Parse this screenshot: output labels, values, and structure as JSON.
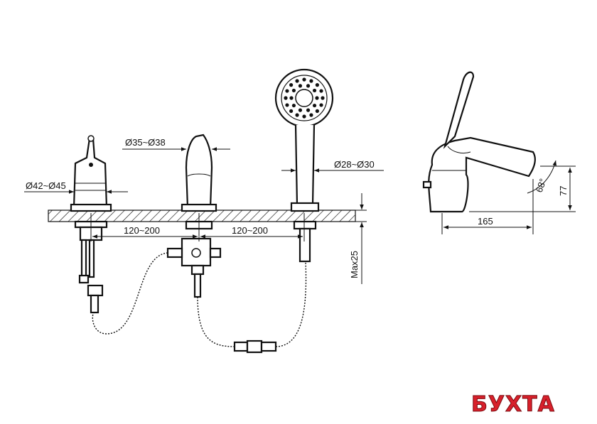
{
  "dimensions": {
    "left_body_diameter": "Ø42~Ø45",
    "spout_diameter": "Ø35~Ø38",
    "handshower_diameter": "Ø28~Ø30",
    "spacing_left": "120~200",
    "spacing_right": "120~200",
    "max_deck_thickness": "Max25",
    "side_length": "165",
    "side_height": "77",
    "side_angle": "68°"
  },
  "brand": {
    "logo_text": "БУХТА"
  },
  "colors": {
    "line": "#111111",
    "logo_fill": "#d8202b",
    "logo_stroke": "#7a0d12"
  }
}
